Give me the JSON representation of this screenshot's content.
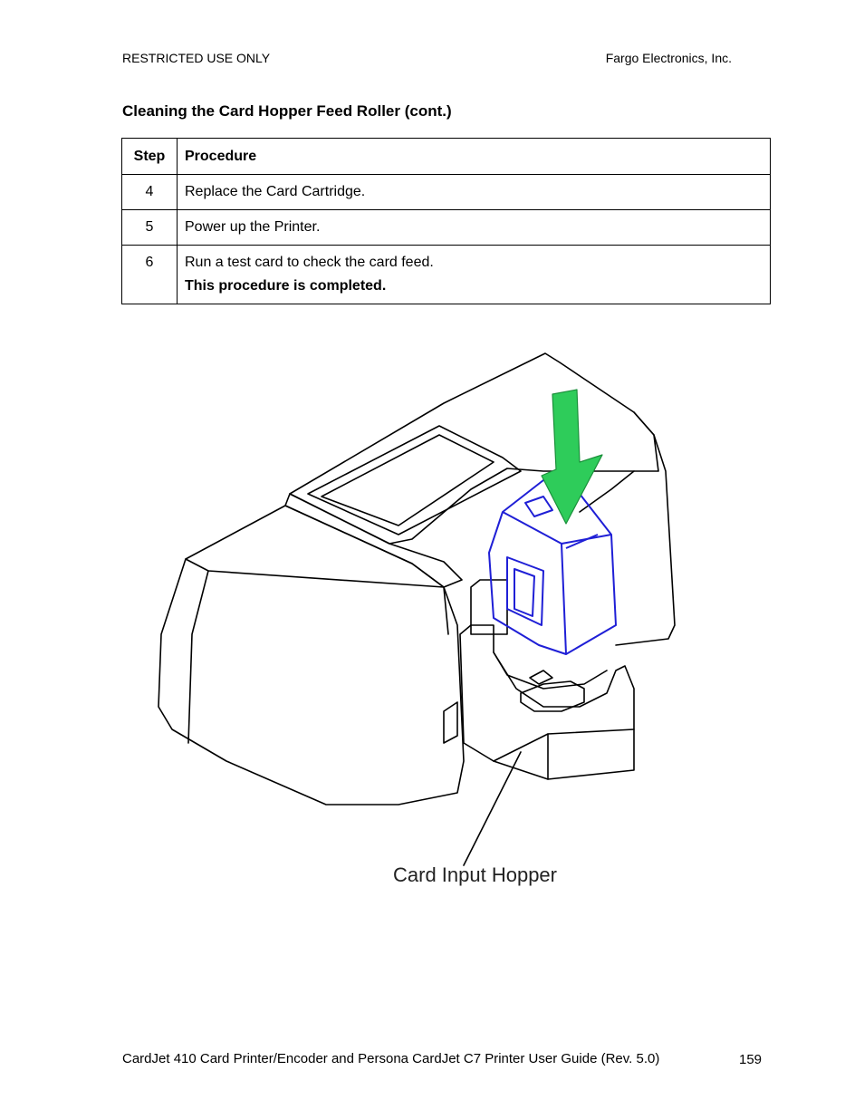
{
  "header": {
    "left": "RESTRICTED USE ONLY",
    "right": "Fargo Electronics, Inc."
  },
  "section_title": "Cleaning the Card Hopper Feed Roller (cont.)",
  "table": {
    "headers": {
      "step": "Step",
      "procedure": "Procedure"
    },
    "rows": [
      {
        "step": "4",
        "procedure": "Replace the Card Cartridge."
      },
      {
        "step": "5",
        "procedure": "Power up the Printer."
      },
      {
        "step": "6",
        "procedure": "Run a test card to check the card feed.",
        "note": "This procedure is completed."
      }
    ]
  },
  "figure": {
    "caption": "Card Input Hopper",
    "colors": {
      "arrow": "#2ecc5a",
      "cartridge": "#1f1fd6",
      "outline": "#000000"
    }
  },
  "footer": {
    "text": "CardJet 410 Card Printer/Encoder and Persona CardJet C7 Printer User Guide (Rev. 5.0)",
    "page": "159"
  }
}
